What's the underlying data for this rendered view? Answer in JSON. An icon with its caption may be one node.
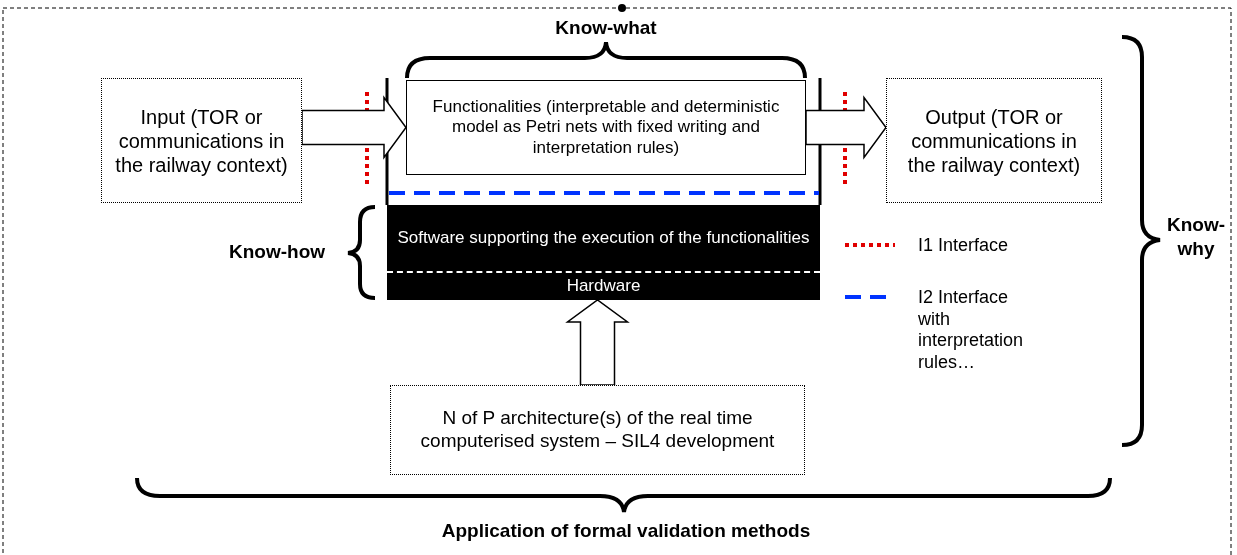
{
  "diagram": {
    "nodes": [
      {
        "text": [
          "Input (TOR or communications in the railway context)"
        ]
      },
      {
        "text": [
          "Functionalities (interpretable and deterministic model as Petri nets with fixed writing and interpretation rules)"
        ]
      },
      {
        "text": [
          "Output (TOR or communications in the railway context)"
        ]
      },
      {
        "text": [
          "Software supporting the execution of the functionalities"
        ]
      },
      {
        "text": [
          "Hardware"
        ]
      },
      {
        "text": [
          "N of P architecture(s) of the real time computerised system – SIL4 development"
        ]
      }
    ],
    "edges": [
      {
        "from": 0,
        "to": 1,
        "arrow": "to"
      },
      {
        "from": 1,
        "to": 2,
        "arrow": "to"
      },
      {
        "from": 5,
        "to": 4,
        "arrow": "to"
      }
    ],
    "labels": [
      "Know-what",
      "Know-how",
      "Know-why",
      "Application of formal validation methods"
    ],
    "legend": [
      {
        "text": "I1 Interface"
      },
      {
        "text": "I2 Interface with interpretation rules…"
      }
    ]
  }
}
